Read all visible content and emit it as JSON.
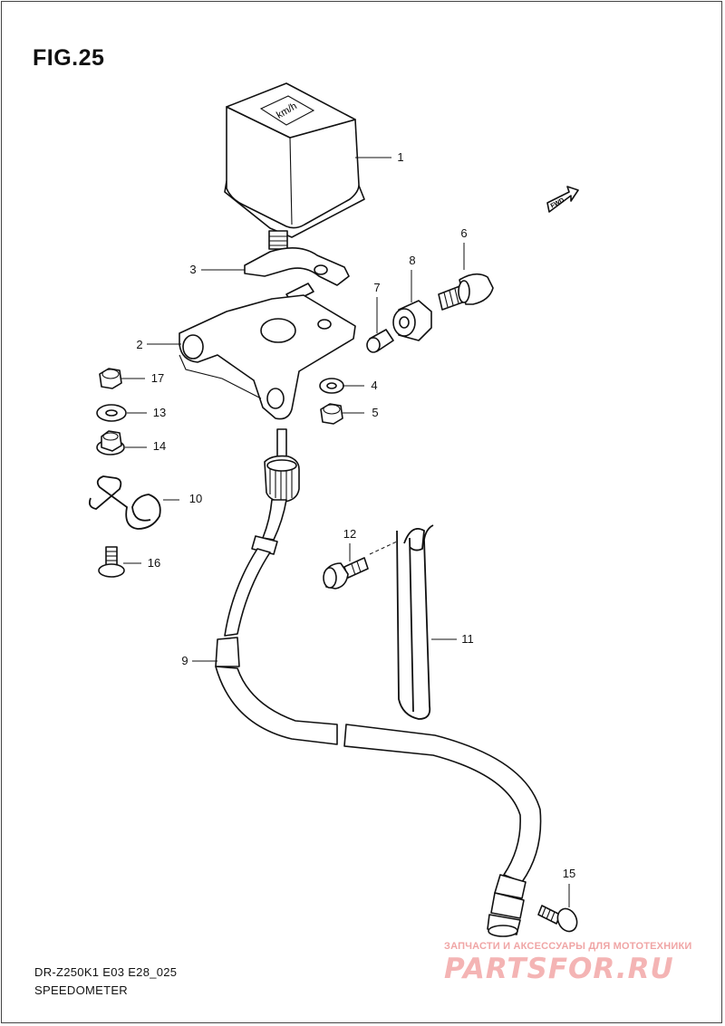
{
  "header": {
    "figure_title": "FIG.25"
  },
  "footer": {
    "model_code": "DR-Z250K1 E03 E28_025",
    "section_name": "SPEEDOMETER"
  },
  "fwd_marker": {
    "label": "FWD"
  },
  "callouts": {
    "p1": "1",
    "p2": "2",
    "p3": "3",
    "p4": "4",
    "p5": "5",
    "p6": "6",
    "p7": "7",
    "p8": "8",
    "p9": "9",
    "p10": "10",
    "p11": "11",
    "p12": "12",
    "p13": "13",
    "p14": "14",
    "p15": "15",
    "p16": "16",
    "p17": "17"
  },
  "meter_face_text": "km/h",
  "watermark": {
    "tagline": "ЗАПЧАСТИ И АКСЕССУАРЫ ДЛЯ МОТОТЕХНИКИ",
    "logo": "PARTSFOR.RU"
  }
}
